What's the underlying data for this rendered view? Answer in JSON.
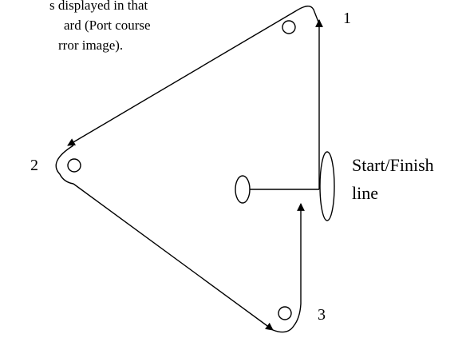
{
  "caption": {
    "line1": "s displayed in that",
    "line2": "ard (Port course",
    "line3": "rror image)."
  },
  "marks": {
    "mark1": "1",
    "mark2": "2",
    "mark3": "3"
  },
  "start_finish": {
    "line1": "Start/Finish",
    "line2": "line"
  },
  "colors": {
    "ink": "#000000",
    "background": "#ffffff"
  }
}
